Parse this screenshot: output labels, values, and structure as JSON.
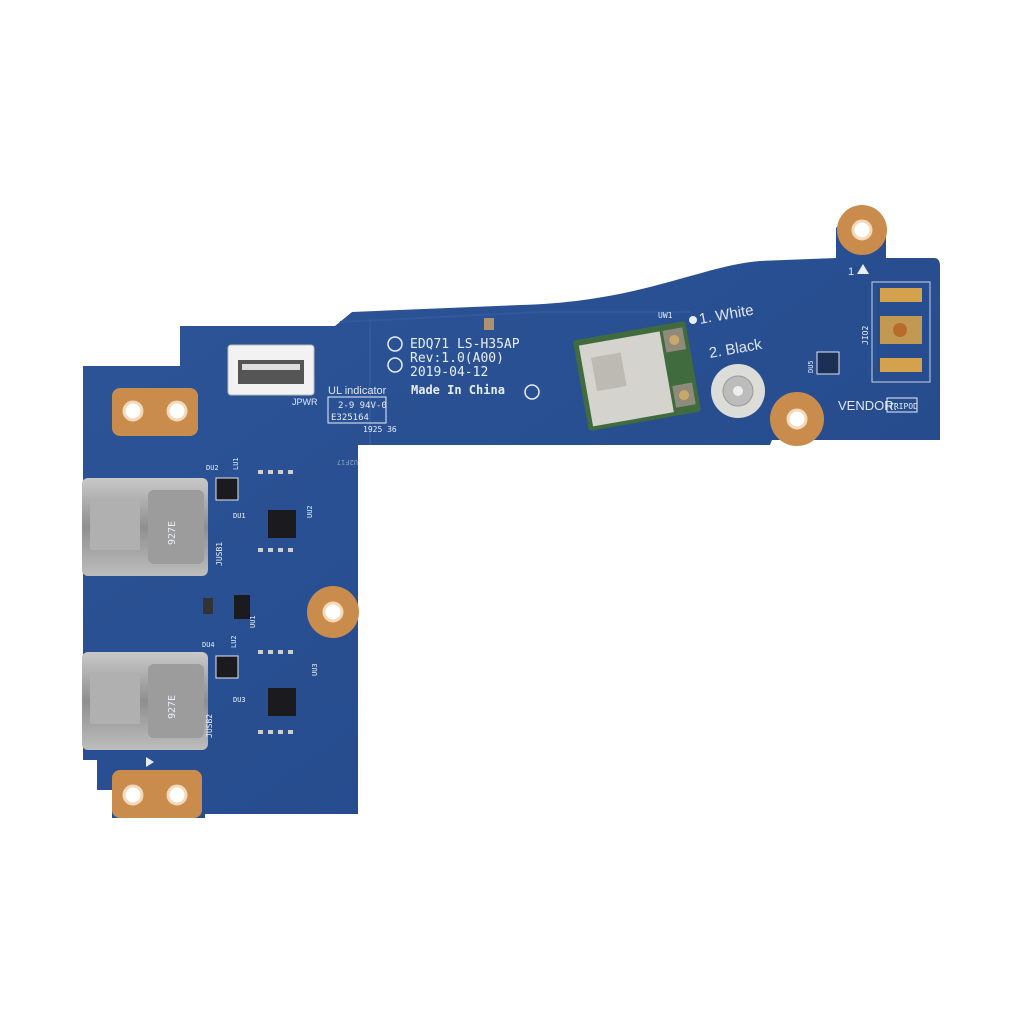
{
  "board": {
    "model": "EDQ71 LS-H35AP",
    "revision": "Rev:1.0(A00)",
    "date": "2019-04-12",
    "origin": "Made In China",
    "ul_label": "UL indicator",
    "ul_rating": "2-9 94V-0",
    "ul_file": "E325164",
    "date_code": "1925 36",
    "connector_label": "JPWR",
    "antenna_white": "1. White",
    "antenna_black": "2. Black",
    "module_ref": "UW1",
    "vendor_label": "VENDOR:",
    "vendor_name": "TRIPOD",
    "jio2_label": "JIO2",
    "du5_label": "DU5",
    "usb1_label": "JUSB1",
    "usb2_label": "JUSB2",
    "usb1_mark": "927E",
    "usb2_mark": "927E",
    "du1_label": "DU1",
    "du2_label": "DU2",
    "du3_label": "DU3",
    "du4_label": "DU4",
    "lu1_label": "LU1",
    "lu2_label": "LU2",
    "uu1_label": "UU1",
    "uu2_label": "UU2",
    "uu3_label": "UU3",
    "pin1_label": "1",
    "pcb_code": "U2F17"
  },
  "colors": {
    "pcb": "#284f8e",
    "pad": "#c98c4d",
    "silk": "#e8eef8",
    "metal": "#a9a9a9"
  }
}
